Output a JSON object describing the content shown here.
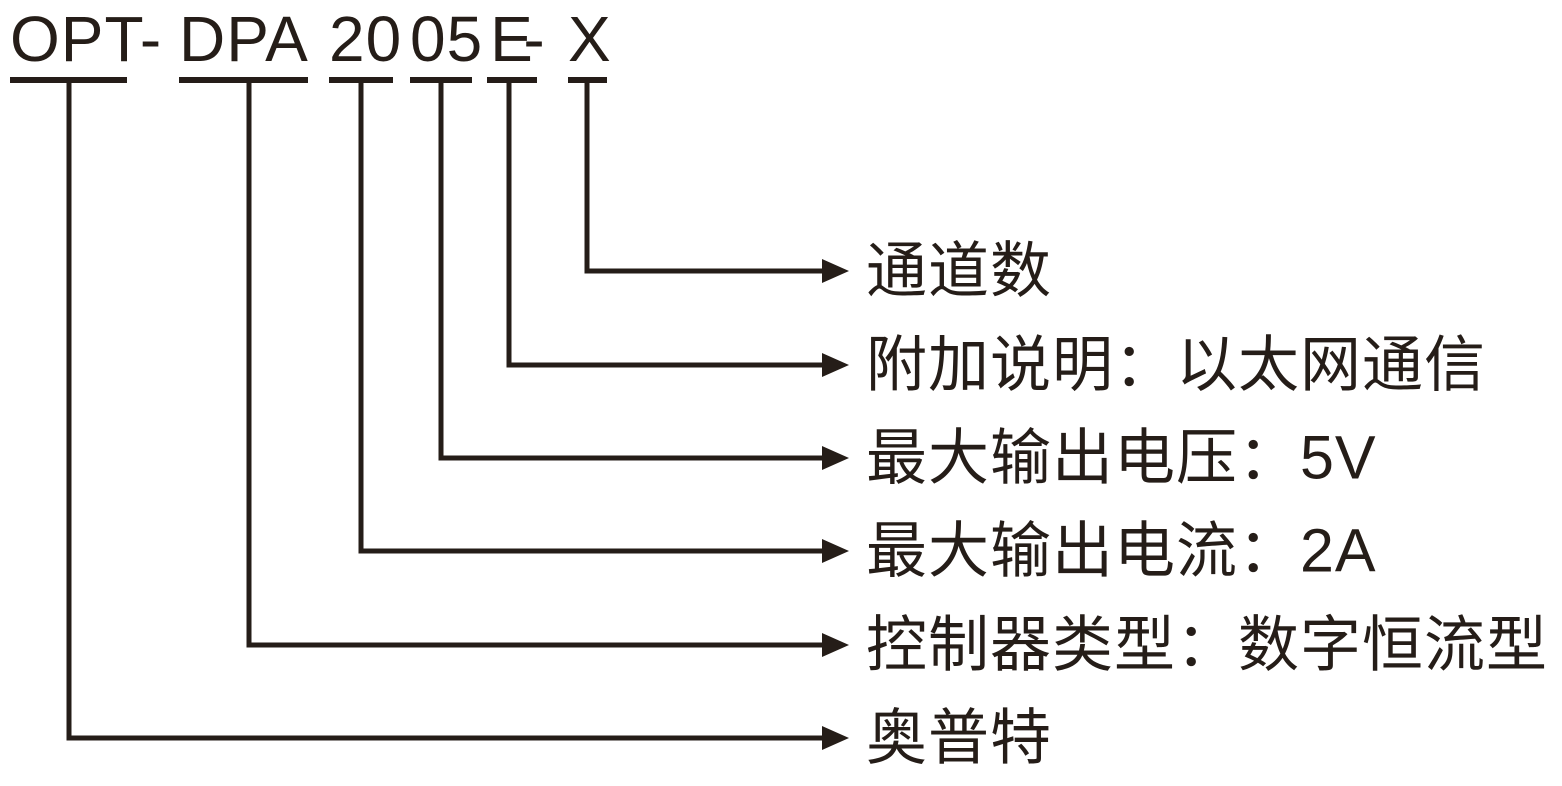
{
  "model": {
    "full": "OPT - DPA 20 05 E - X",
    "segments": [
      "OPT",
      "-",
      "DPA",
      "20",
      "05",
      "E",
      "-",
      "X"
    ]
  },
  "rows": [
    {
      "code_part": "X",
      "label": "通道数"
    },
    {
      "code_part": "E",
      "label": "附加说明：以太网通信"
    },
    {
      "code_part": "05",
      "label": "最大输出电压：5V"
    },
    {
      "code_part": "20",
      "label": "最大输出电流：2A"
    },
    {
      "code_part": "DPA",
      "label": "控制器类型：数字恒流型"
    },
    {
      "code_part": "OPT",
      "label": "奥普特"
    }
  ],
  "colors": {
    "ink": "#251d18",
    "background": "#ffffff"
  }
}
